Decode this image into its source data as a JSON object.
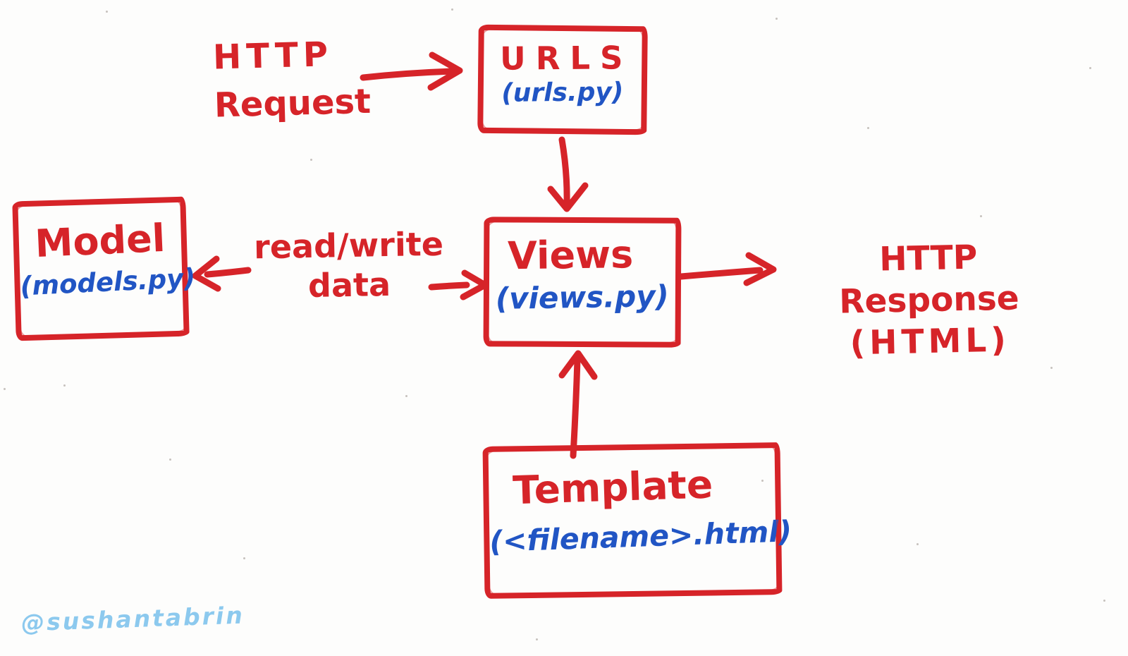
{
  "colors": {
    "paper": "#fdfdfc",
    "ink_red": "#d62429",
    "ink_blue": "#2155c4",
    "watermark_blue": "#8cc9ee"
  },
  "labels": {
    "http_request_line1": "HTTP",
    "http_request_line2": "Request",
    "read_write_line1": "read/write",
    "read_write_line2": "data",
    "http_response_line1": "HTTP Response",
    "http_response_line2": "(HTML)"
  },
  "nodes": {
    "urls": {
      "title": "URLS",
      "file": "(urls.py)"
    },
    "model": {
      "title": "Model",
      "file": "(models.py)"
    },
    "views": {
      "title": "Views",
      "file": "(views.py)"
    },
    "template": {
      "title": "Template",
      "file": "(<filename>.html)"
    }
  },
  "watermark": "@sushantabrin"
}
